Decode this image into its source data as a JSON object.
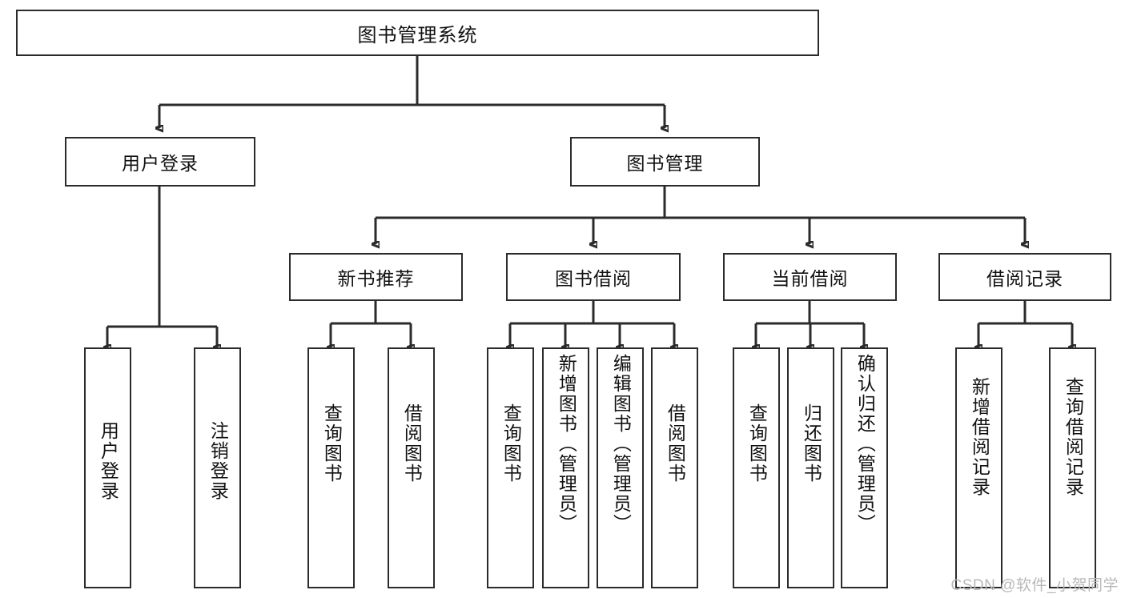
{
  "diagram": {
    "type": "tree-hierarchy",
    "title": "图书管理系统",
    "root": {
      "label": "图书管理系统"
    },
    "level2": [
      {
        "label": "用户登录"
      },
      {
        "label": "图书管理"
      }
    ],
    "level3": [
      {
        "label": "新书推荐"
      },
      {
        "label": "图书借阅"
      },
      {
        "label": "当前借阅"
      },
      {
        "label": "借阅记录"
      }
    ],
    "leaves": {
      "user_login": [
        {
          "label": "用户登录"
        },
        {
          "label": "注销登录"
        }
      ],
      "new_book_recommend": [
        {
          "label": "查询图书"
        },
        {
          "label": "借阅图书"
        }
      ],
      "book_borrow": [
        {
          "label": "查询图书"
        },
        {
          "label": "新增图书（管理员）"
        },
        {
          "label": "编辑图书（管理员）"
        },
        {
          "label": "借阅图书"
        }
      ],
      "current_borrow": [
        {
          "label": "查询图书"
        },
        {
          "label": "归还图书"
        },
        {
          "label": "确认归还（管理员）"
        }
      ],
      "borrow_records": [
        {
          "label": "新增借阅记录"
        },
        {
          "label": "查询借阅记录"
        }
      ]
    }
  },
  "watermark": {
    "text": "CSDN @软件_小贺同学"
  },
  "colors": {
    "border": "#2b2b2b",
    "background": "#ffffff",
    "text": "#111111",
    "watermark": "#b8b8b8"
  }
}
